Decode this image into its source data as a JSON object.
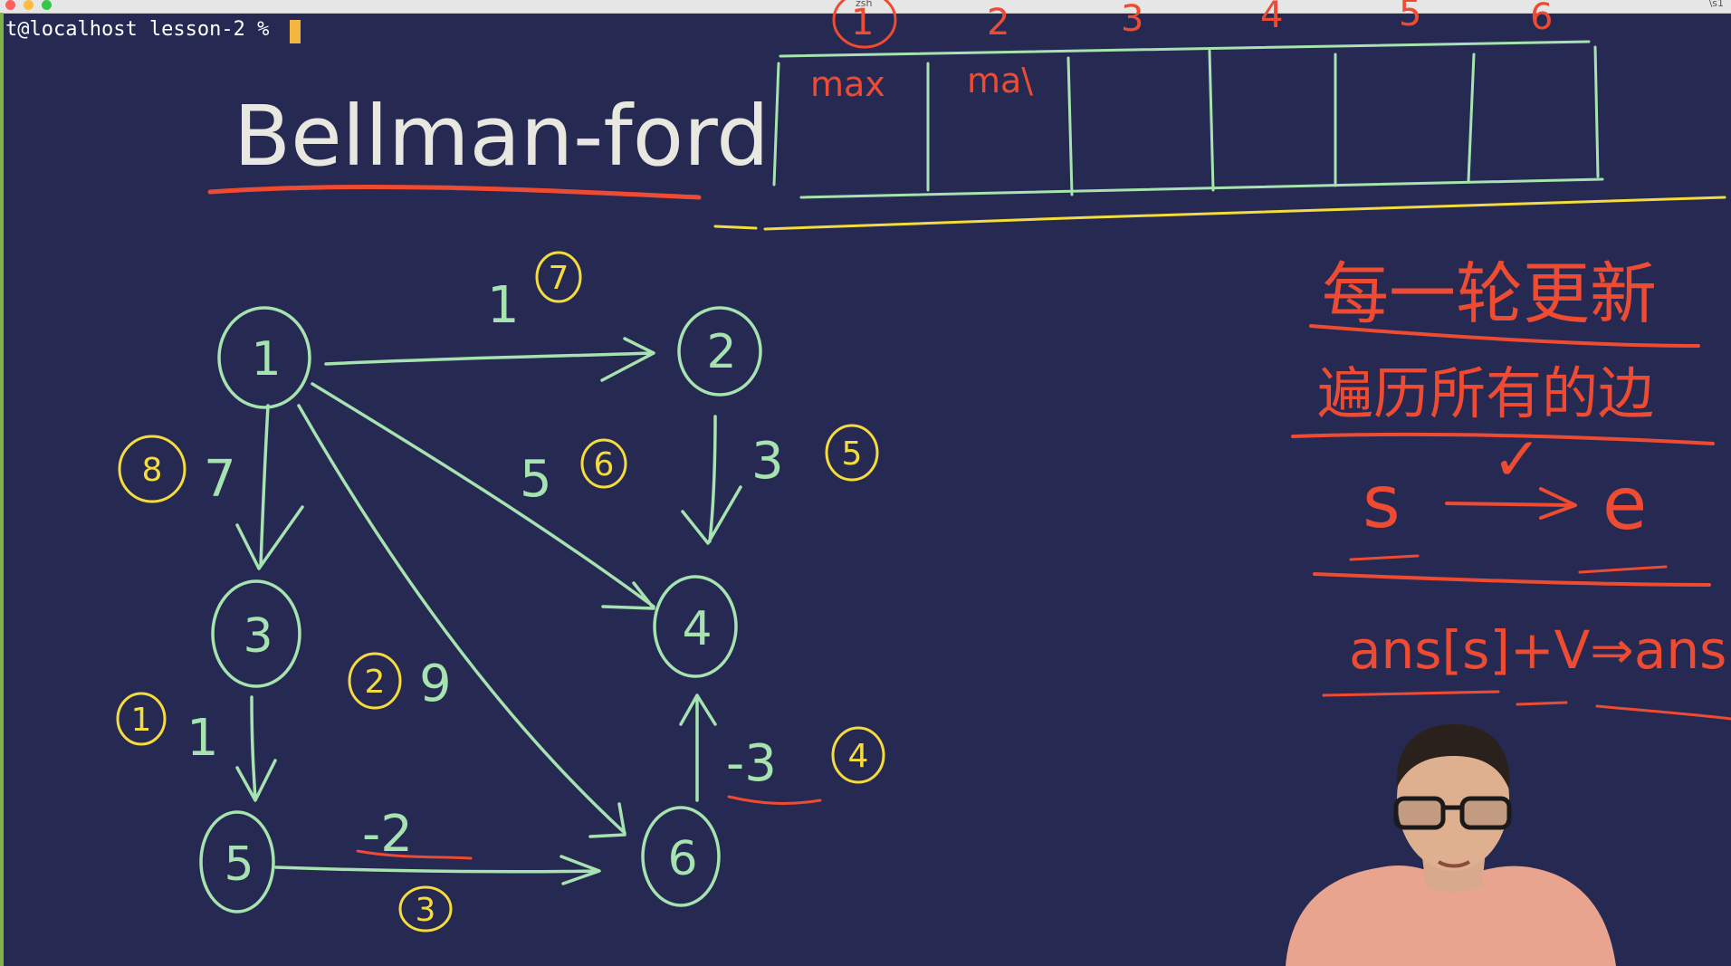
{
  "window": {
    "tab_title": "zsh",
    "right_title": "\\s1"
  },
  "terminal": {
    "prompt": "t@localhost lesson-2 % "
  },
  "board": {
    "title": "Bellman-ford",
    "array": {
      "top_indices": [
        "1",
        "2",
        "3",
        "4",
        "5",
        "6"
      ],
      "cells": [
        "max",
        "ma\\",
        "",
        "",
        "",
        ""
      ]
    },
    "notes": [
      "每一轮更新",
      "遍历所有的边",
      "✓",
      "s",
      "e",
      "ans[s]+V⇒ans[e]"
    ],
    "nodes": [
      "1",
      "2",
      "3",
      "4",
      "5",
      "6"
    ],
    "edge_weights": [
      "1",
      "7",
      "3",
      "5",
      "9",
      "1",
      "-2",
      "-3"
    ],
    "edge_order": [
      "7",
      "8",
      "6",
      "5",
      "2",
      "1",
      "3",
      "4"
    ]
  },
  "colors": {
    "background": "#262a52",
    "edges": "#a6e3b0",
    "order": "#f5dc3c",
    "notes": "#ee4b32"
  }
}
